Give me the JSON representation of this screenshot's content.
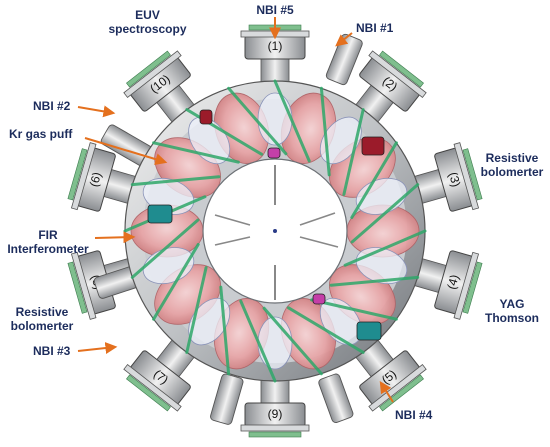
{
  "labels": {
    "nbi5": "NBI #5",
    "nbi1": "NBI #1",
    "nbi2": "NBI #2",
    "nbi3": "NBI #3",
    "nbi4": "NBI #4",
    "euv_line1": "EUV",
    "euv_line2": "spectroscopy",
    "kr_gas": "Kr gas puff",
    "fir_line1": "FIR",
    "fir_line2": "Interferometer",
    "resbolo_right_line1": "Resistive",
    "resbolo_right_line2": "bolomerter",
    "resbolo_left_line1": "Resistive",
    "resbolo_left_line2": "bolomerter",
    "yag_line1": "YAG",
    "yag_line2": "Thomson"
  },
  "ports": [
    "(1)",
    "(2)",
    "(3)",
    "(4)",
    "(5)",
    "(6)",
    "(7)",
    "(8)",
    "(9)",
    "(10)"
  ],
  "colors": {
    "label_text": "#1c2c5c",
    "arrow": "#e4701e",
    "vessel_grey": "#b9bcc0",
    "plasma_pink": "#e7a4a6",
    "coil_green": "#2fa86a",
    "port_teal": "#1f8c8f",
    "port_crimson": "#9b1b2a",
    "port_magenta": "#c43fa8"
  }
}
